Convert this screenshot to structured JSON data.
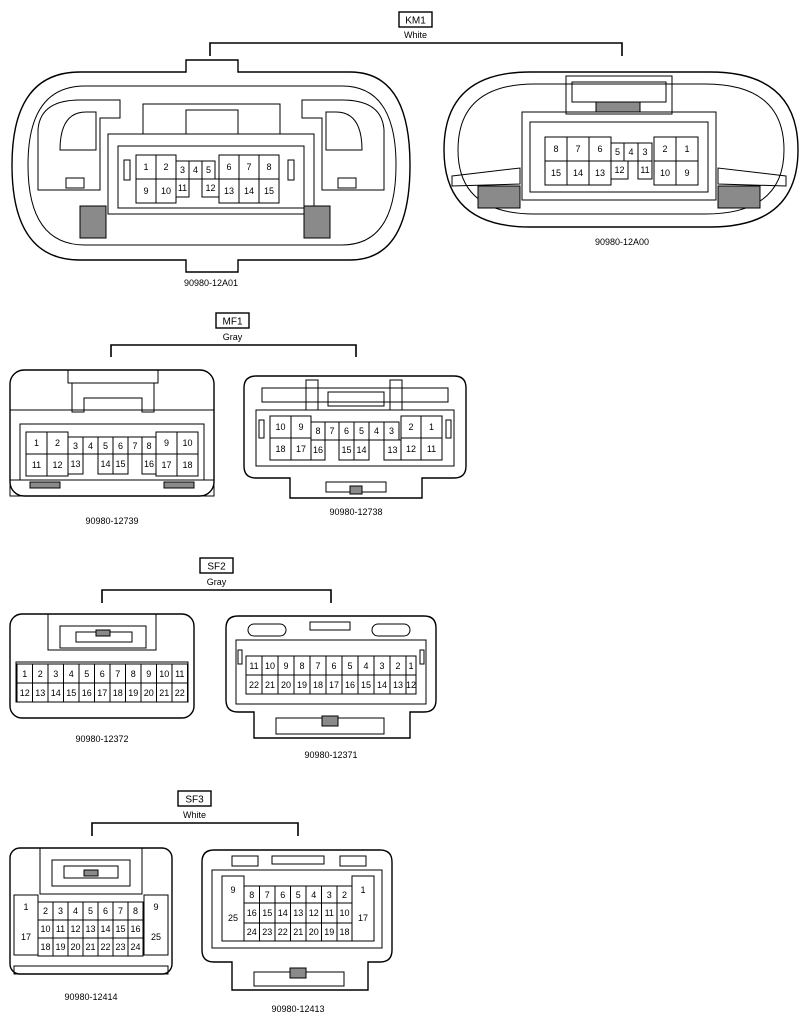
{
  "groups": [
    {
      "label": "KM1",
      "color": "White",
      "connectors": [
        {
          "part_number": "90980-12A01",
          "pins_top": [
            "1",
            "2",
            "3",
            "4",
            "5",
            "6",
            "7",
            "8"
          ],
          "pins_bottom": [
            "9",
            "10",
            "11",
            "12",
            "13",
            "14",
            "15"
          ]
        },
        {
          "part_number": "90980-12A00",
          "pins_top": [
            "8",
            "7",
            "6",
            "5",
            "4",
            "3",
            "2",
            "1"
          ],
          "pins_bottom": [
            "15",
            "14",
            "13",
            "12",
            "11",
            "10",
            "9"
          ]
        }
      ]
    },
    {
      "label": "MF1",
      "color": "Gray",
      "connectors": [
        {
          "part_number": "90980-12739",
          "pins_top": [
            "1",
            "2",
            "3",
            "4",
            "5",
            "6",
            "7",
            "8",
            "9",
            "10"
          ],
          "pins_bottom": [
            "11",
            "12",
            "13",
            "14",
            "15",
            "16",
            "17",
            "18"
          ]
        },
        {
          "part_number": "90980-12738",
          "pins_top": [
            "10",
            "9",
            "8",
            "7",
            "6",
            "5",
            "4",
            "3",
            "2",
            "1"
          ],
          "pins_bottom": [
            "18",
            "17",
            "16",
            "15",
            "14",
            "13",
            "12",
            "11"
          ]
        }
      ]
    },
    {
      "label": "SF2",
      "color": "Gray",
      "connectors": [
        {
          "part_number": "90980-12372",
          "pins_top": [
            "1",
            "2",
            "3",
            "4",
            "5",
            "6",
            "7",
            "8",
            "9",
            "10",
            "11"
          ],
          "pins_bottom": [
            "12",
            "13",
            "14",
            "15",
            "16",
            "17",
            "18",
            "19",
            "20",
            "21",
            "22"
          ]
        },
        {
          "part_number": "90980-12371",
          "pins_top": [
            "11",
            "10",
            "9",
            "8",
            "7",
            "6",
            "5",
            "4",
            "3",
            "2",
            "1"
          ],
          "pins_bottom": [
            "22",
            "21",
            "20",
            "19",
            "18",
            "17",
            "16",
            "15",
            "14",
            "13",
            "12"
          ]
        }
      ]
    },
    {
      "label": "SF3",
      "color": "White",
      "connectors": [
        {
          "part_number": "90980-12414",
          "pins_top": [
            "1",
            "2",
            "3",
            "4",
            "5",
            "6",
            "7",
            "8",
            "9"
          ],
          "pins_middle": [
            "17",
            "10",
            "11",
            "12",
            "13",
            "14",
            "15",
            "16",
            "25"
          ],
          "pins_bottom": [
            "18",
            "19",
            "20",
            "21",
            "22",
            "23",
            "24"
          ]
        },
        {
          "part_number": "90980-12413",
          "pins_top": [
            "9",
            "8",
            "7",
            "6",
            "5",
            "4",
            "3",
            "2",
            "1"
          ],
          "pins_middle": [
            "25",
            "16",
            "15",
            "14",
            "13",
            "12",
            "11",
            "10",
            "17"
          ],
          "pins_bottom": [
            "24",
            "23",
            "22",
            "21",
            "20",
            "19",
            "18"
          ]
        }
      ]
    }
  ]
}
